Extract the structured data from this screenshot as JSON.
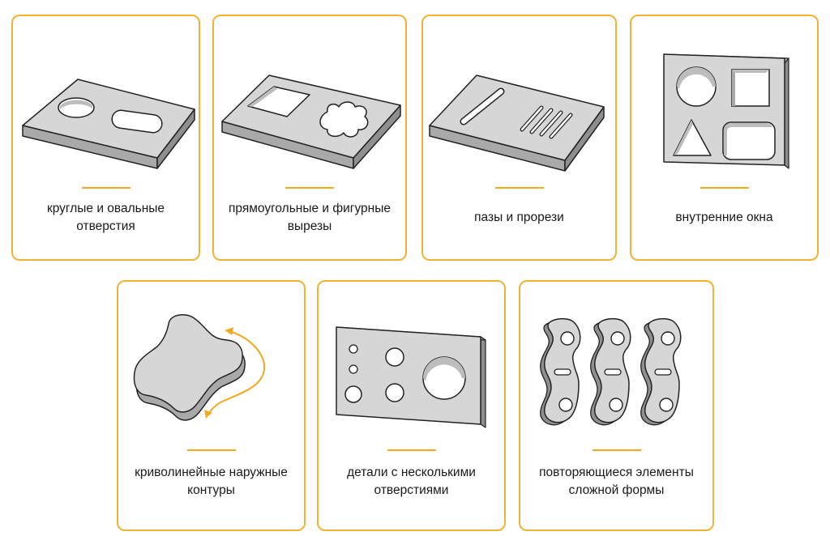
{
  "colors": {
    "accent": "#f2b233",
    "part_fill": "#d6d6d6",
    "part_side": "#a9a9a9",
    "outline": "#222222"
  },
  "cards": [
    {
      "caption": "круглые и овальные\nотверстия",
      "icon": "plate-round-oval-holes-icon"
    },
    {
      "caption": "прямоугольные и фигурные\nвырезы",
      "icon": "plate-rect-shaped-cutouts-icon"
    },
    {
      "caption": "пазы и прорези",
      "icon": "plate-slots-icon"
    },
    {
      "caption": "внутренние окна",
      "icon": "panel-inner-windows-icon"
    },
    {
      "caption": "криволинейные наружные\nконтуры",
      "icon": "curved-contour-part-icon"
    },
    {
      "caption": "детали с несколькими\nотверстиями",
      "icon": "plate-multiple-holes-icon"
    },
    {
      "caption": "повторяющиеся элементы\nсложной формы",
      "icon": "repeated-brackets-icon"
    }
  ]
}
